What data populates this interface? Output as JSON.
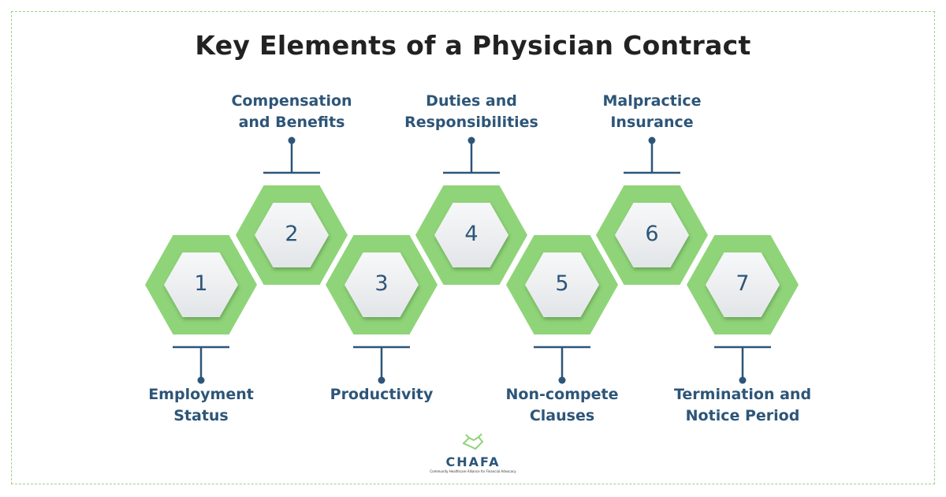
{
  "title": "Key Elements of a Physician Contract",
  "colors": {
    "hex_outer": "#8fd479",
    "hex_inner": "#eef0f2",
    "text": "#2d5578",
    "line": "#2d5578"
  },
  "elements": [
    {
      "number": "1",
      "label_line1": "Employment",
      "label_line2": "Status",
      "position": "bottom"
    },
    {
      "number": "2",
      "label_line1": "Compensation",
      "label_line2": "and Benefits",
      "position": "top"
    },
    {
      "number": "3",
      "label_line1": "Productivity",
      "label_line2": "",
      "position": "bottom"
    },
    {
      "number": "4",
      "label_line1": "Duties and",
      "label_line2": "Responsibilities",
      "position": "top"
    },
    {
      "number": "5",
      "label_line1": "Non-compete",
      "label_line2": "Clauses",
      "position": "bottom"
    },
    {
      "number": "6",
      "label_line1": "Malpractice",
      "label_line2": "Insurance",
      "position": "top"
    },
    {
      "number": "7",
      "label_line1": "Termination and",
      "label_line2": "Notice Period",
      "position": "bottom"
    }
  ],
  "logo": {
    "name": "CHAFA",
    "tagline": "Community Healthcare Alliance for Financial Advocacy"
  }
}
